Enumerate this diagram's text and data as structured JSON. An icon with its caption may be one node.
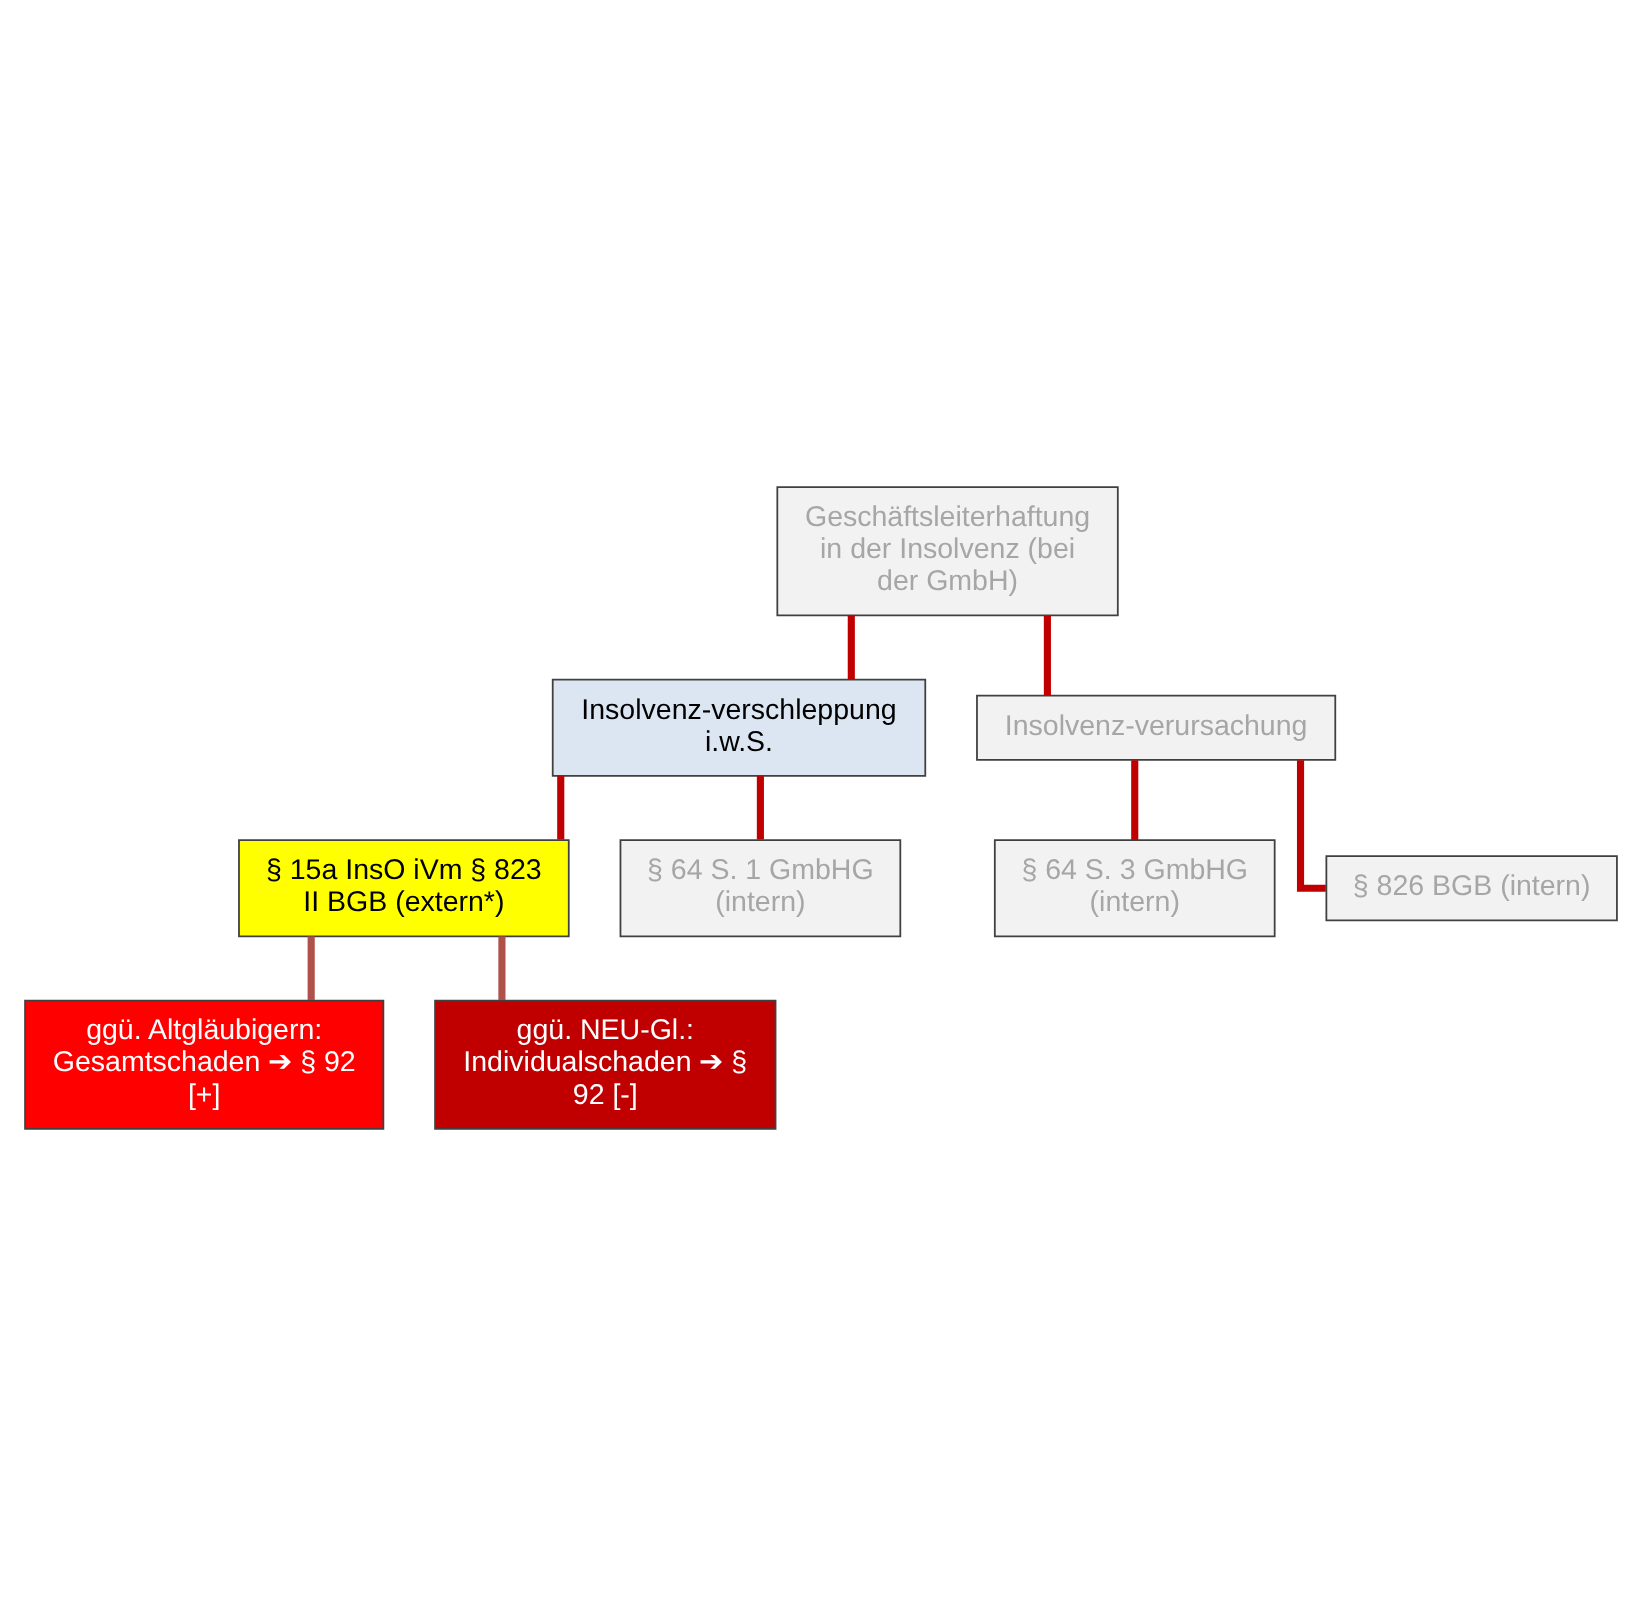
{
  "diagram": {
    "nodes": [
      {
        "text": [
          "Geschäftsleiterhaftung in der Insolvenz (bei der GmbH)"
        ]
      },
      {
        "text": [
          "Insolvenz-verschleppung i.w.S."
        ]
      },
      {
        "text": [
          "Insolvenz-verursachung"
        ]
      },
      {
        "text": [
          "§ 15a InsO iVm § 823 II BGB (extern*)"
        ]
      },
      {
        "text": [
          "§ 64 S. 1 GmbHG (intern)"
        ]
      },
      {
        "text": [
          "§ 64 S. 3 GmbHG (intern)"
        ]
      },
      {
        "text": [
          "§ 826 BGB (intern)"
        ]
      },
      {
        "text": [
          "ggü. Altgläubigern: Gesamtschaden ➔ § 92 [+]"
        ]
      },
      {
        "text": [
          "ggü. NEU-Gl.: Individualschaden ➔ § 92 [-]"
        ]
      }
    ],
    "edges": [
      {
        "from": 0,
        "to": 1,
        "arrow": "none"
      },
      {
        "from": 0,
        "to": 2,
        "arrow": "none"
      },
      {
        "from": 1,
        "to": 3,
        "arrow": "none"
      },
      {
        "from": 1,
        "to": 4,
        "arrow": "none"
      },
      {
        "from": 2,
        "to": 5,
        "arrow": "none"
      },
      {
        "from": 2,
        "to": 6,
        "arrow": "none"
      },
      {
        "from": 3,
        "to": 7,
        "arrow": "none",
        "color": "#b0504a"
      },
      {
        "from": 3,
        "to": 8,
        "arrow": "none",
        "color": "#b0504a"
      }
    ]
  }
}
